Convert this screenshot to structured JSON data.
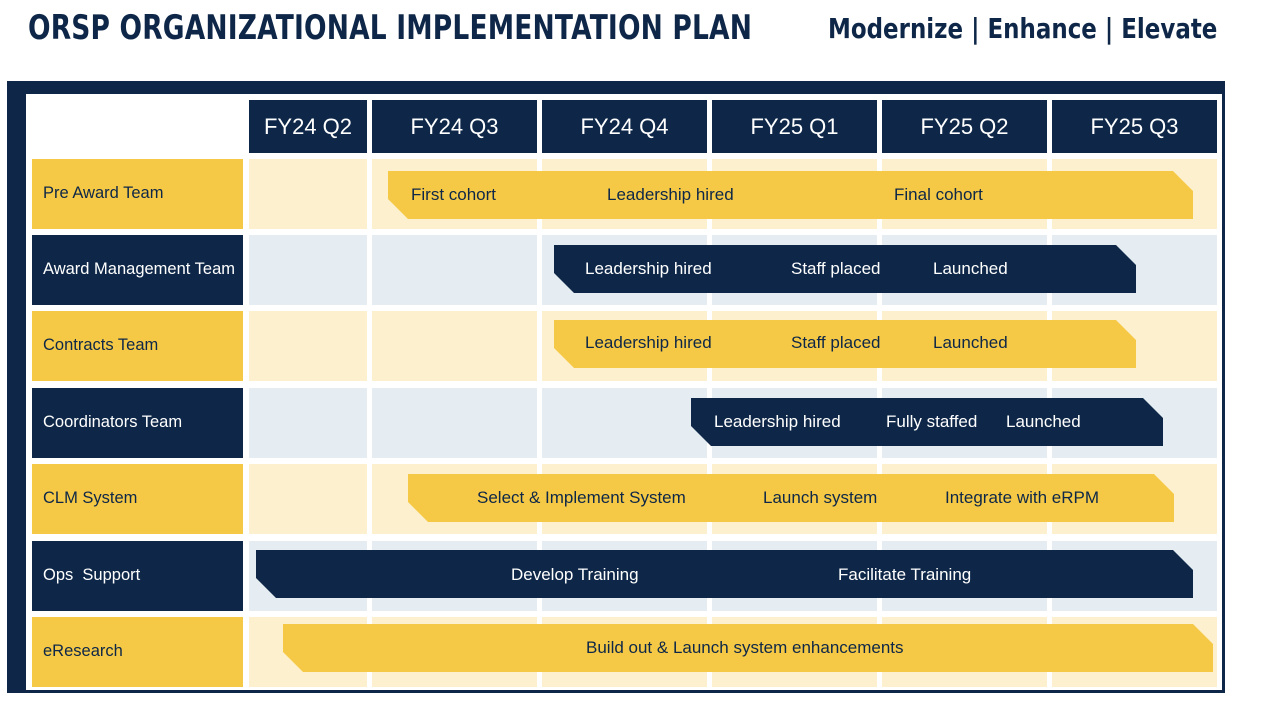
{
  "title": "ORSP ORGANIZATIONAL IMPLEMENTATION PLAN",
  "tagline": "Modernize | Enhance | Elevate",
  "quarters": [
    "FY24 Q2",
    "FY24 Q3",
    "FY24 Q4",
    "FY25 Q1",
    "FY25 Q2",
    "FY25 Q3"
  ],
  "teams": [
    {
      "label": "Pre Award Team",
      "milestones": [
        "First cohort",
        "Leadership hired",
        "Final cohort"
      ]
    },
    {
      "label": "Award Management Team",
      "milestones": [
        "Leadership hired",
        "Staff placed",
        "Launched"
      ]
    },
    {
      "label": "Contracts Team",
      "milestones": [
        "Leadership hired",
        "Staff placed",
        "Launched"
      ]
    },
    {
      "label": "Coordinators Team",
      "milestones": [
        "Leadership hired",
        "Fully staffed",
        "Launched"
      ]
    },
    {
      "label": "CLM System",
      "milestones": [
        "Select & Implement System",
        "Launch system",
        "Integrate with eRPM"
      ]
    },
    {
      "label": "Ops  Support",
      "milestones": [
        "Develop Training",
        "Facilitate Training"
      ]
    },
    {
      "label": "eResearch",
      "milestones": [
        "Build out & Launch system enhancements"
      ]
    }
  ],
  "colors": {
    "navy": "#0e2748",
    "gold": "#f5c945",
    "gold_tint": "#fcf0cf",
    "navy_tint": "#e6edf2"
  }
}
